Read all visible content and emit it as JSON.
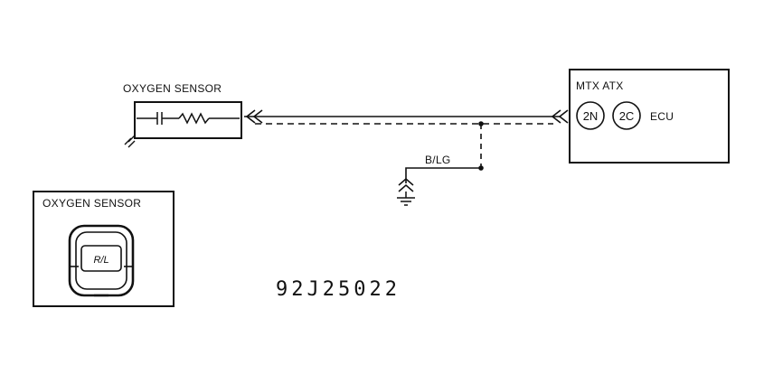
{
  "sensor_label": "OXYGEN SENSOR",
  "ecu": {
    "title": "MTX ATX",
    "pins": [
      "2N",
      "2C"
    ],
    "label": "ECU"
  },
  "wire_color": "B/LG",
  "connector": {
    "title": "OXYGEN SENSOR",
    "terminal": "R/L"
  },
  "figure_code": "92J25022"
}
